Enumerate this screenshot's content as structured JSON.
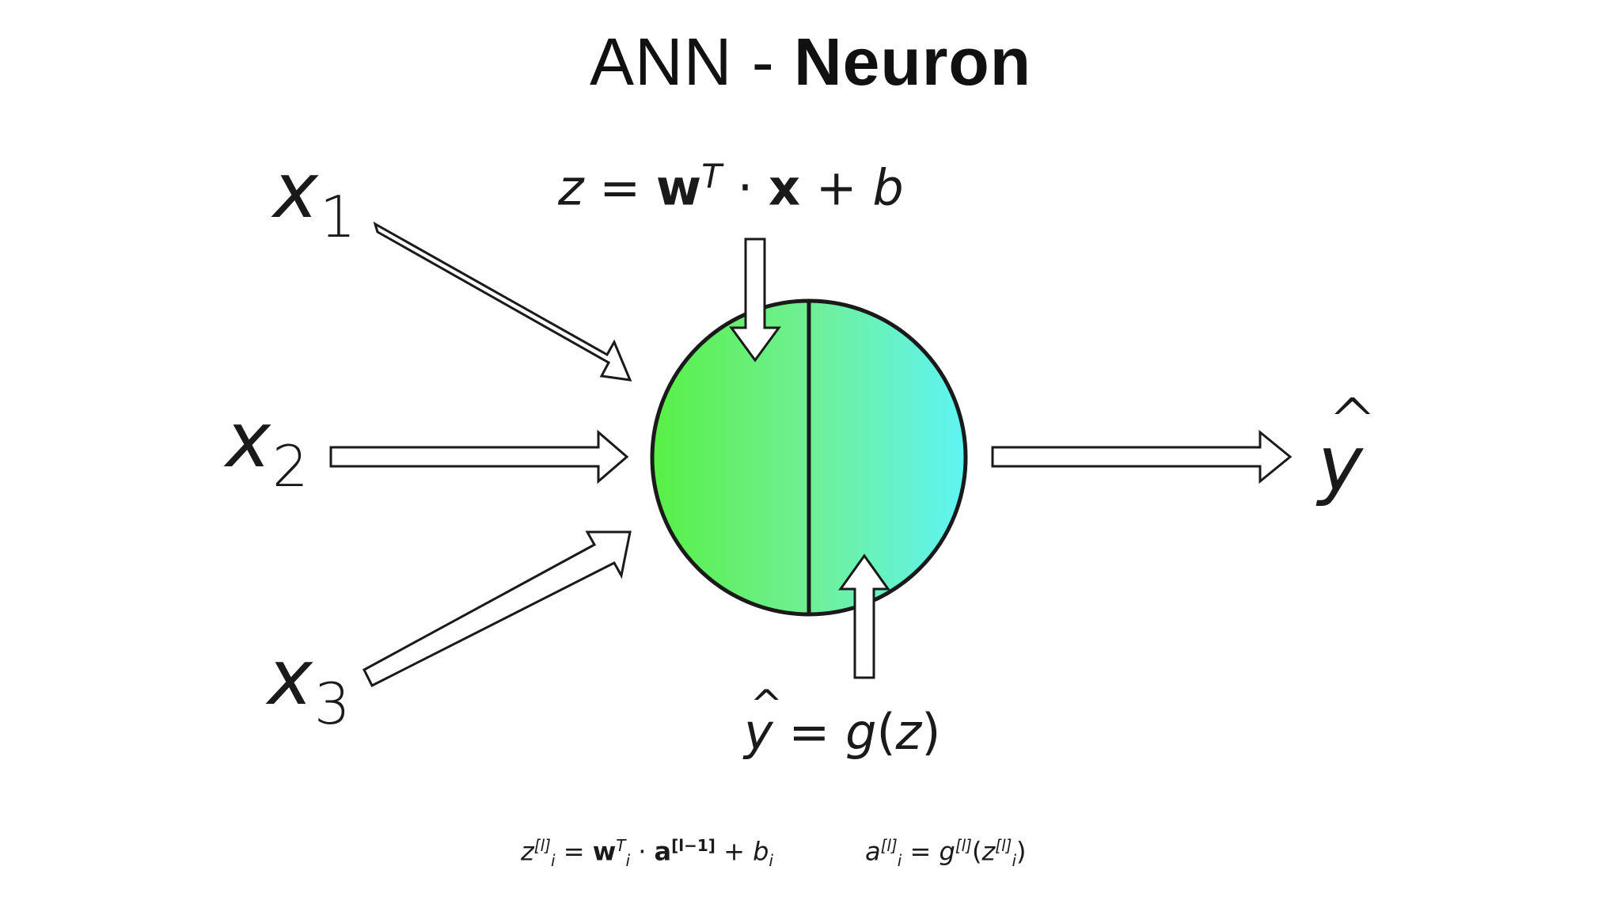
{
  "title": {
    "prefix": "ANN - ",
    "emphasis": "Neuron"
  },
  "inputs": [
    {
      "symbol": "x",
      "index": "1"
    },
    {
      "symbol": "x",
      "index": "2"
    },
    {
      "symbol": "x",
      "index": "3"
    }
  ],
  "output": {
    "symbol": "y"
  },
  "formulas": {
    "linear": {
      "z": "z",
      "eq": " = ",
      "w": "w",
      "T": "T",
      "dot": " · ",
      "x": "x",
      "plus": " + ",
      "b": "b"
    },
    "activation": {
      "yhat": "y",
      "eq": " = ",
      "g": "g",
      "open": "(",
      "z": "z",
      "close": ")"
    }
  },
  "footer": {
    "left": {
      "z": "z",
      "l1": "[l]",
      "i1": "i",
      "eq": " = ",
      "w": "w",
      "T": "T",
      "i2": "i",
      "dot": " · ",
      "a": "a",
      "l2": "[l−1]",
      "plus": " + ",
      "b": "b",
      "i3": "i"
    },
    "right": {
      "a": "a",
      "l1": "[l]",
      "i1": "i",
      "eq": " = ",
      "g": "g",
      "l2": "[l]",
      "open": "(",
      "z": "z",
      "l3": "[l]",
      "i2": "i",
      "close": ")"
    }
  },
  "colors": {
    "neuron_left": "#5ef25a",
    "neuron_right": "#5ef2f0",
    "stroke": "#1a1a1a",
    "arrow_fill": "#ffffff"
  }
}
